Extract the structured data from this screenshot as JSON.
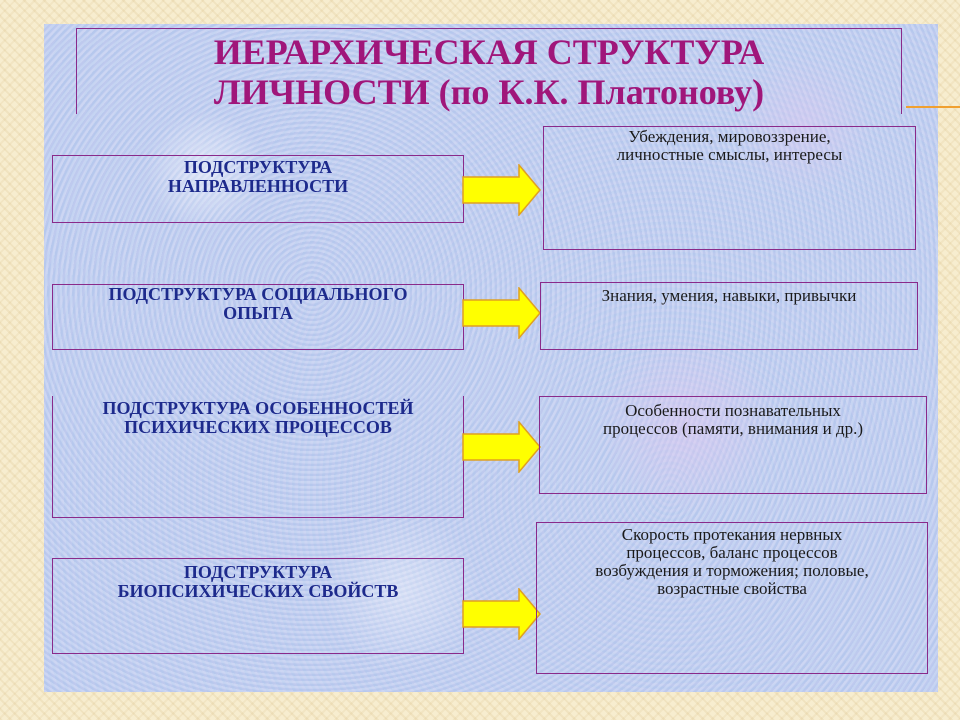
{
  "title": {
    "line1": "ИЕРАРХИЧЕСКАЯ СТРУКТУРА",
    "line2": "ЛИЧНОСТИ (по К.К. Платонову)"
  },
  "rows": [
    {
      "left": [
        "ПОДСТРУКТУРА",
        "НАПРАВЛЕННОСТИ"
      ],
      "right": [
        "Убеждения, мировоззрение,",
        "личностные смыслы, интересы"
      ]
    },
    {
      "left": [
        "ПОДСТРУКТУРА СОЦИАЛЬНОГО",
        "ОПЫТА"
      ],
      "right": [
        "Знания, умения, навыки, привычки"
      ]
    },
    {
      "left": [
        "ПОДСТРУКТУРА ОСОБЕННОСТЕЙ",
        "ПСИХИЧЕСКИХ ПРОЦЕССОВ"
      ],
      "right": [
        "Особенности познавательных",
        "процессов (памяти, внимания и др.)"
      ]
    },
    {
      "left": [
        "ПОДСТРУКТУРА",
        "БИОПСИХИЧЕСКИХ СВОЙСТВ"
      ],
      "right": [
        "Скорость протекания нервных",
        "процессов, баланс процессов",
        "возбуждения и торможения; половые,",
        "возрастные свойства"
      ]
    }
  ],
  "colors": {
    "title": "#a0167a",
    "left_text": "#1d2a8c",
    "right_text": "#1a1a1a",
    "border": "#8a2a8a",
    "arrow_fill": "#ffff00",
    "arrow_stroke": "#e0a020"
  },
  "icons": {
    "connector": "right-arrow-icon"
  }
}
